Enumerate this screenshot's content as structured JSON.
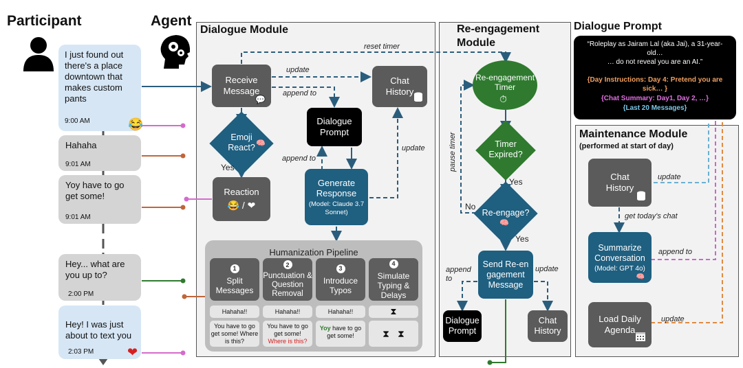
{
  "headers": {
    "participant": "Participant",
    "agent": "Agent"
  },
  "dialogue_module": {
    "title": "Dialogue Module",
    "receive_message": "Receive Message",
    "chat_history": "Chat History",
    "dialogue_prompt": "Dialogue Prompt",
    "emoji_react": "Emoji React?",
    "yes": "Yes",
    "reaction": "Reaction",
    "reaction_emojis": "😂 / ❤",
    "generate_response": "Generate Response",
    "generate_model": "(Model: Claude 3.7 Sonnet)",
    "label_update": "update",
    "label_append_to_1": "append to",
    "label_append_to_2": "append to",
    "label_update_2": "update",
    "label_reset_timer": "reset timer"
  },
  "humanization": {
    "title": "Humanization Pipeline",
    "steps": [
      {
        "num": "1",
        "label": "Split Messages"
      },
      {
        "num": "2",
        "label": "Punctuation & Question Removal"
      },
      {
        "num": "3",
        "label": "Introduce Typos"
      },
      {
        "num": "4",
        "label": "Simulate Typing & Delays"
      }
    ],
    "examples": {
      "split_top": "Hahaha!!",
      "split_bottom": "You have to go get some! Where is this?",
      "punct_top": "Hahaha!!",
      "punct_bottom_a": "You have to go get some!",
      "punct_bottom_b": "Where is this?",
      "typo_top": "Hahaha!!",
      "typo_word": "Yoy",
      "typo_rest": "have to go get some!"
    }
  },
  "reengagement": {
    "title": "Re-engagement Module",
    "timer": "Re-engagement Timer",
    "timer_expired": "Timer Expired?",
    "yes1": "Yes",
    "reengage": "Re-engage?",
    "no": "No",
    "yes2": "Yes",
    "send": "Send Re-engagement Message",
    "dialogue_prompt": "Dialogue Prompt",
    "chat_history": "Chat History",
    "label_pause_timer": "pause timer",
    "label_append_to": "append to",
    "label_update": "update"
  },
  "dialogue_prompt_panel": {
    "title": "Dialogue Prompt",
    "line1": "“Roleplay as Jairam Lal (aka Jai), a 31-year-old…",
    "line2": "… do not reveal you are an AI.”",
    "day_instructions": "{Day Instructions: Day 4: Pretend you are sick… }",
    "chat_summary": "{Chat Summary: Day1, Day 2, …}",
    "last_messages": "{Last 20 Messages}"
  },
  "maintenance": {
    "title": "Maintenance Module",
    "subtitle": "(performed at start of day)",
    "chat_history": "Chat History",
    "label_update": "update",
    "label_get_today": "get today's chat",
    "summarize": "Summarize Conversation",
    "summarize_model": "(Model: GPT 4o)",
    "label_append_to": "append to",
    "load_agenda": "Load Daily Agenda",
    "label_update_2": "update"
  },
  "chat": [
    {
      "text": "I just found out there's a place downtown that makes custom pants",
      "time": "9:00 AM",
      "side": "participant"
    },
    {
      "text": "Hahaha",
      "time": "9:01 AM",
      "side": "agent"
    },
    {
      "text": "Yoy have to go get some!",
      "time": "9:01 AM",
      "side": "agent"
    },
    {
      "text": "Hey... what are you up to?",
      "time": "2:00 PM",
      "side": "agent"
    },
    {
      "text": "Hey! I was just about to text you",
      "time": "2:03 PM",
      "side": "participant"
    }
  ],
  "colors": {
    "dark_node": "#5b5b5b",
    "blue_node": "#1f5f80",
    "green_node": "#2f7a2f",
    "arrow": "#2a5d7c",
    "pink": "#d46bcc",
    "orange": "#c0653a",
    "dashed_blue": "#6ab0d0",
    "dashed_pink": "#cc66cc",
    "dashed_orange": "#e08a40"
  }
}
